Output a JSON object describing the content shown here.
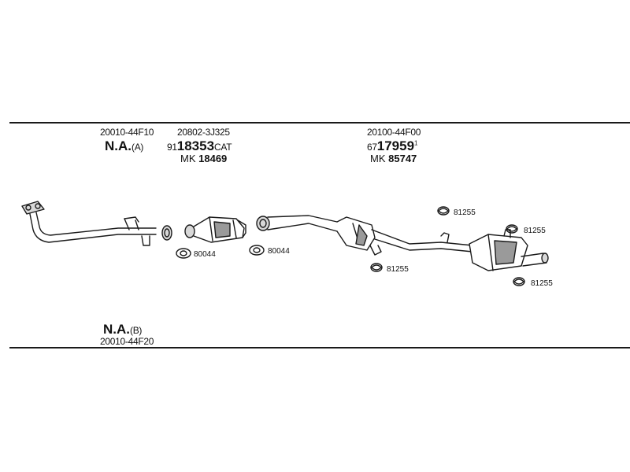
{
  "groups": [
    {
      "part_number": "20010-44F10",
      "designation": "N.A.",
      "variant": "(A)"
    },
    {
      "part_number": "20802-3J325",
      "code_prefix": "91",
      "code_main": "18353",
      "code_suffix": "CAT",
      "mk_prefix": "MK",
      "mk_number": "18469"
    },
    {
      "part_number": "20100-44F00",
      "code_prefix": "67",
      "code_main": "17959",
      "code_suffix": "1",
      "mk_prefix": "MK",
      "mk_number": "85747"
    }
  ],
  "lower_group": {
    "designation": "N.A.",
    "variant": "(B)",
    "part_number": "20010-44F20"
  },
  "gasket_labels": {
    "gasket_1": "80044",
    "gasket_2": "80044",
    "clamp_1": "81255",
    "clamp_2": "81255",
    "clamp_3": "81255",
    "clamp_4": "81255"
  },
  "colors": {
    "line": "#1a1a1a",
    "shade": "#9a9a9a",
    "light": "#d8d8d8"
  }
}
